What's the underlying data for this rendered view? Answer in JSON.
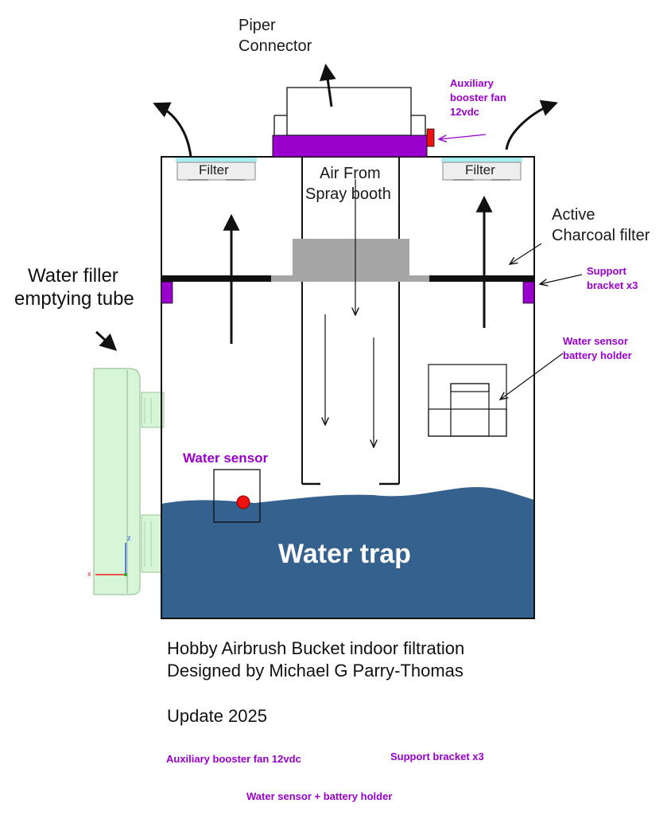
{
  "labels": {
    "piper_connector_line1": "Piper",
    "piper_connector_line2": "Connector",
    "aux_fan_line1": "Auxiliary",
    "aux_fan_line2": "booster fan",
    "aux_fan_line3": "12vdc",
    "filter_left": "Filter",
    "filter_right": "Filter",
    "air_from_line1": "Air From",
    "air_from_line2": "Spray booth",
    "charcoal_line1": "Active",
    "charcoal_line2": "Charcoal filter",
    "water_filler_line1": "Water filler",
    "water_filler_line2": "emptying tube",
    "support_line1": "Support",
    "support_line2": "bracket x3",
    "battery_line1": "Water sensor",
    "battery_line2": "battery holder",
    "water_sensor": "Water sensor",
    "water_trap": "Water trap",
    "axis_z": "z",
    "axis_x": "x"
  },
  "caption": {
    "line1": "Hobby Airbrush Bucket indoor filtration",
    "line2": "Designed by Michael G Parry-Thomas",
    "update": "Update 2025"
  },
  "footer": {
    "aux_fan": "Auxiliary booster fan 12vdc",
    "support": "Support bracket x3",
    "sensor_battery": "Water sensor + battery holder"
  },
  "colors": {
    "water": "#35618f",
    "fan": "#9900cc",
    "fan_switch": "#ee1111",
    "tube": "#d7f5d7",
    "charcoal": "#a6a6a6",
    "filter_top": "#aaeef2",
    "sensor_dot": "#ee1111",
    "annotation": "#9900cc"
  }
}
